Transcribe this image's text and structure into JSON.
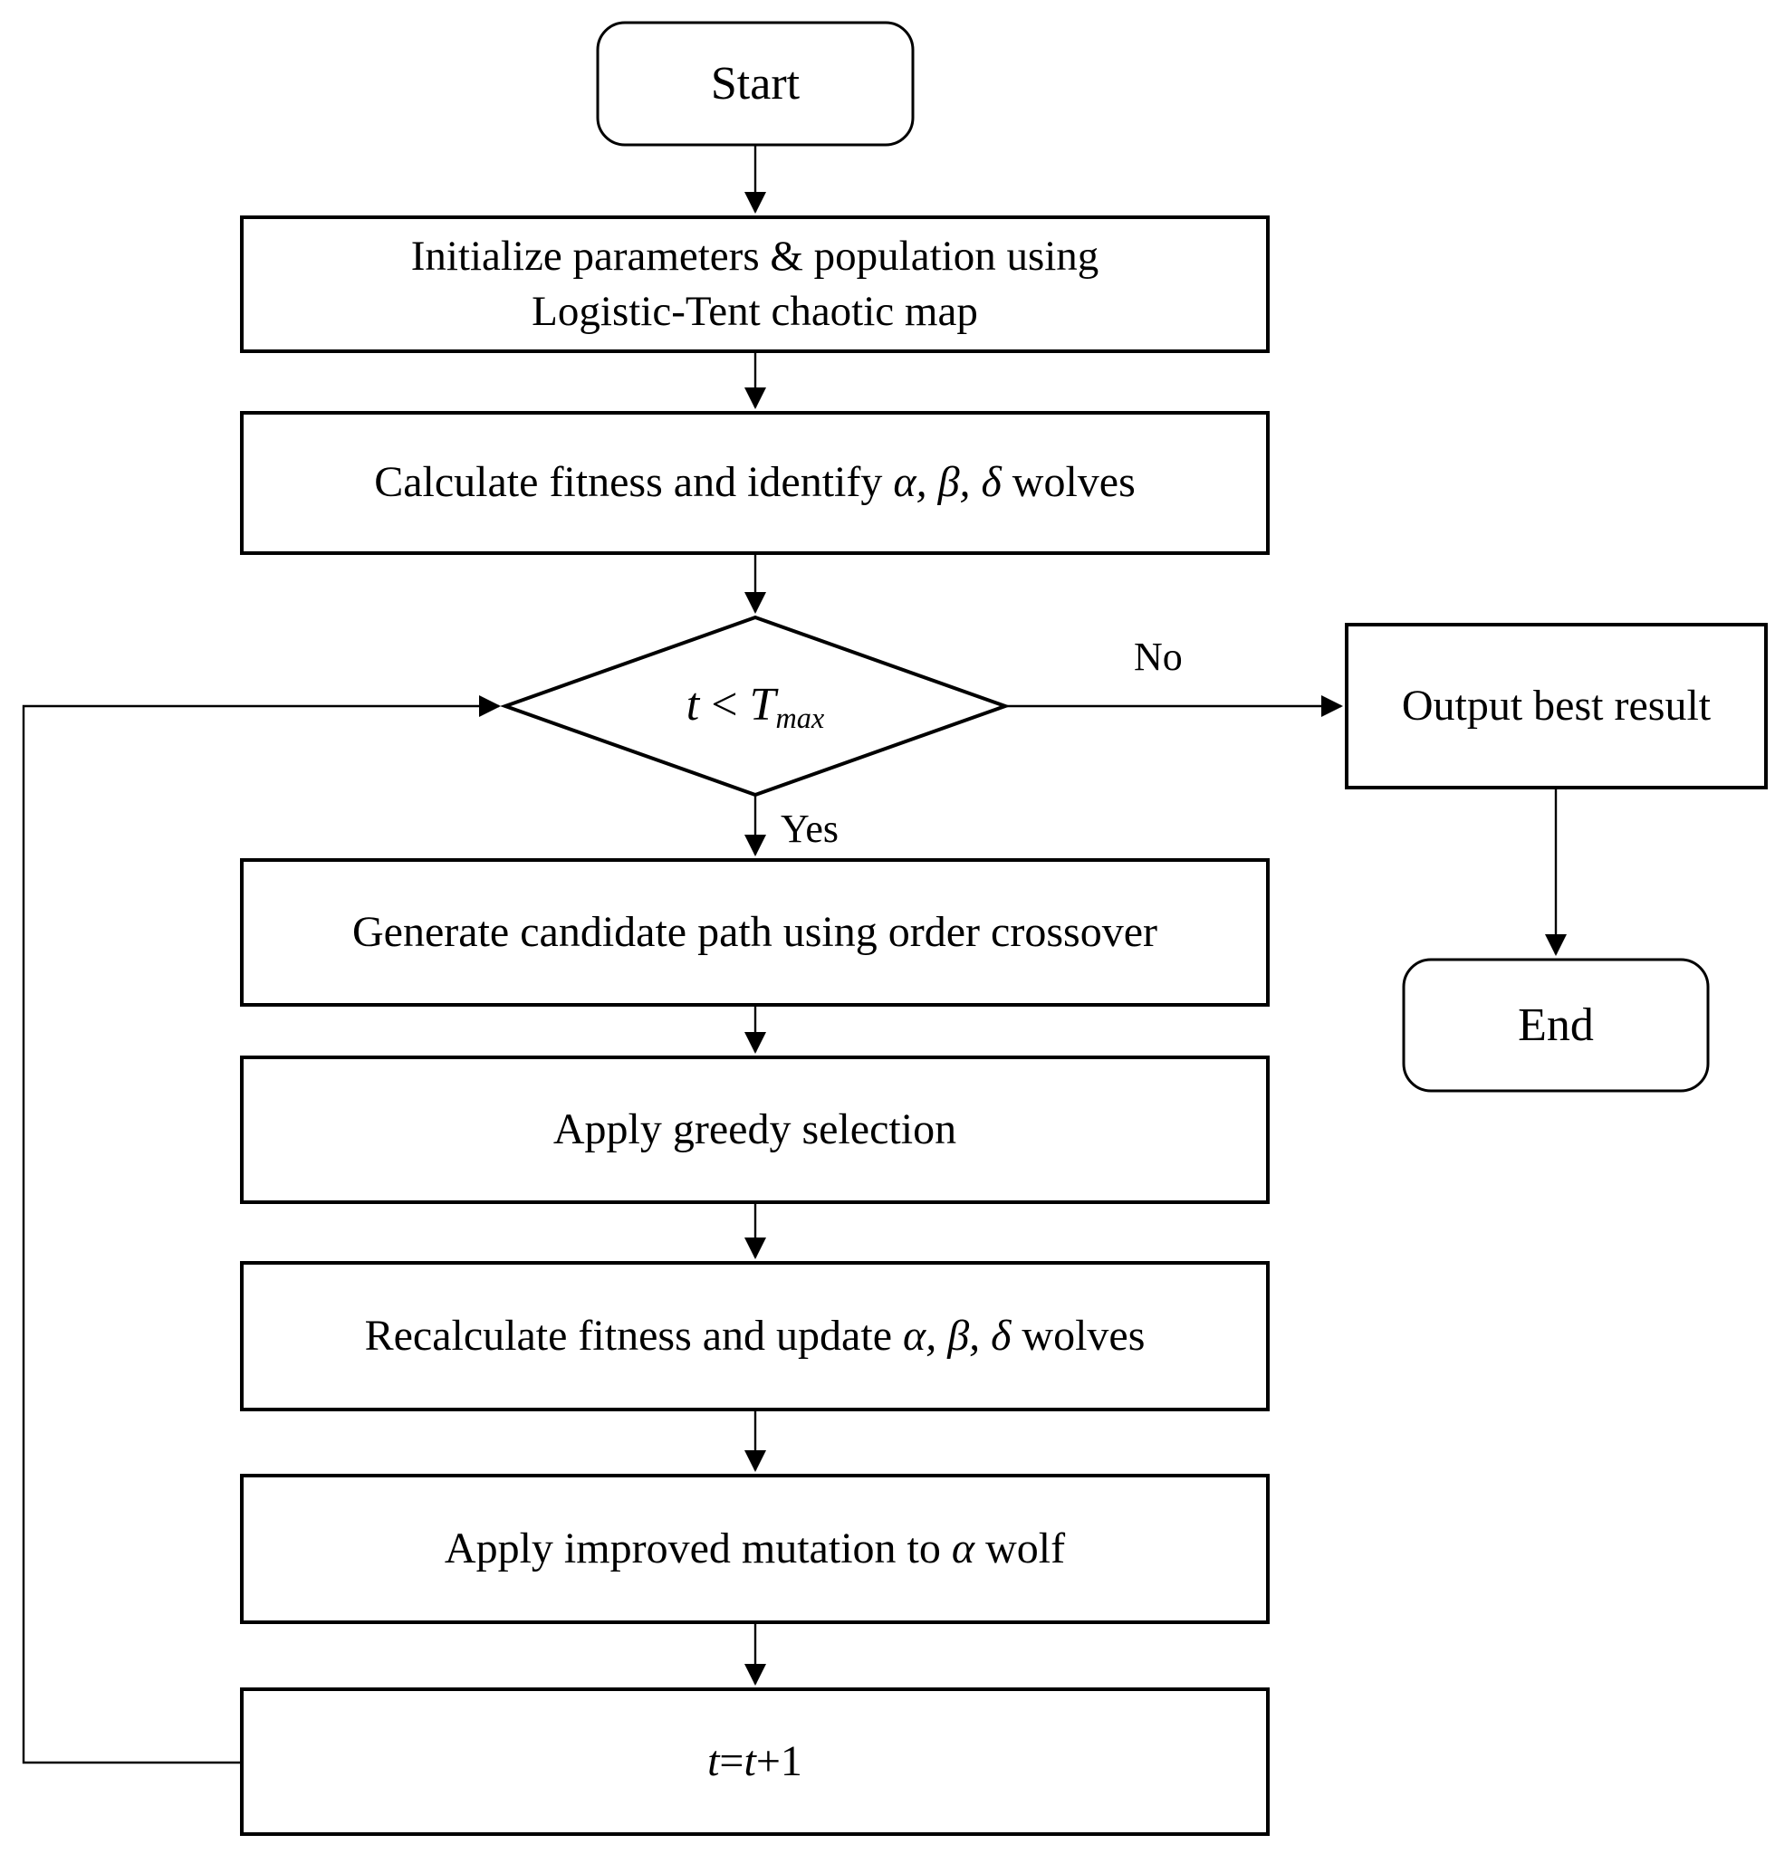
{
  "diagram": {
    "title": "GWO-variant optimization flowchart",
    "colors": {
      "background": "#ffffff",
      "stroke": "#000000",
      "text": "#000000"
    },
    "nodes": {
      "start": {
        "label": "Start"
      },
      "initialize": {
        "line1": "Initialize parameters & population using",
        "line2": "Logistic-Tent chaotic map"
      },
      "calc_fitness": {
        "pre": "Calculate fitness and identify ",
        "greek": "α, β, δ",
        "post": " wolves"
      },
      "decision": {
        "t": "t",
        "op": " < ",
        "T": "T",
        "sub": "max"
      },
      "generate": {
        "label": "Generate candidate path using order crossover"
      },
      "greedy": {
        "label": "Apply greedy selection"
      },
      "recalc": {
        "pre": "Recalculate fitness and update ",
        "greek": "α, β, δ",
        "post": " wolves"
      },
      "mutation": {
        "pre": "Apply improved mutation to ",
        "greek": "α",
        "post": " wolf"
      },
      "increment": {
        "t1": "t",
        "eq": "=",
        "t2": "t",
        "plus": "+1"
      },
      "output": {
        "label": "Output best result"
      },
      "end": {
        "label": "End"
      }
    },
    "edge_labels": {
      "no": "No",
      "yes": "Yes"
    }
  }
}
